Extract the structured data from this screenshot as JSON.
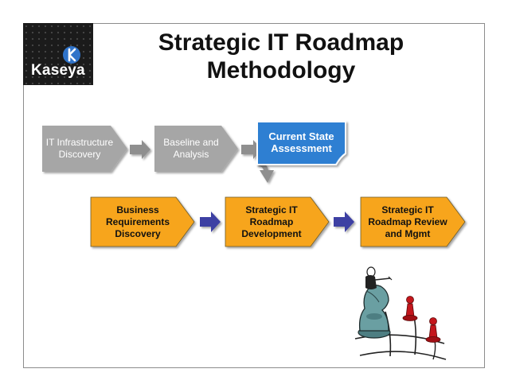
{
  "logo": {
    "brand": "Kaseya"
  },
  "title": {
    "line1": "Strategic IT Roadmap",
    "line2": "Methodology"
  },
  "top_row": [
    {
      "label_l1": "IT Infrastructure",
      "label_l2": "Discovery"
    },
    {
      "label_l1": "Baseline and",
      "label_l2": "Analysis"
    }
  ],
  "note": {
    "label_l1": "Current State",
    "label_l2": "Assessment"
  },
  "bottom_row": [
    {
      "label_l1": "Business",
      "label_l2": "Requirements",
      "label_l3": "Discovery"
    },
    {
      "label_l1": "Strategic IT",
      "label_l2": "Roadmap",
      "label_l3": "Development"
    },
    {
      "label_l1": "Strategic IT",
      "label_l2": "Roadmap Review",
      "label_l3": "and Mgmt"
    }
  ],
  "colors": {
    "gray_step": "#a6a6a6",
    "orange_step": "#f7a51c",
    "blue_note": "#2e7fd2",
    "connector_arrow": "#3d3fa3",
    "gray_arrow": "#8f8f8f"
  },
  "illustration": "chess-knight-and-pawns"
}
